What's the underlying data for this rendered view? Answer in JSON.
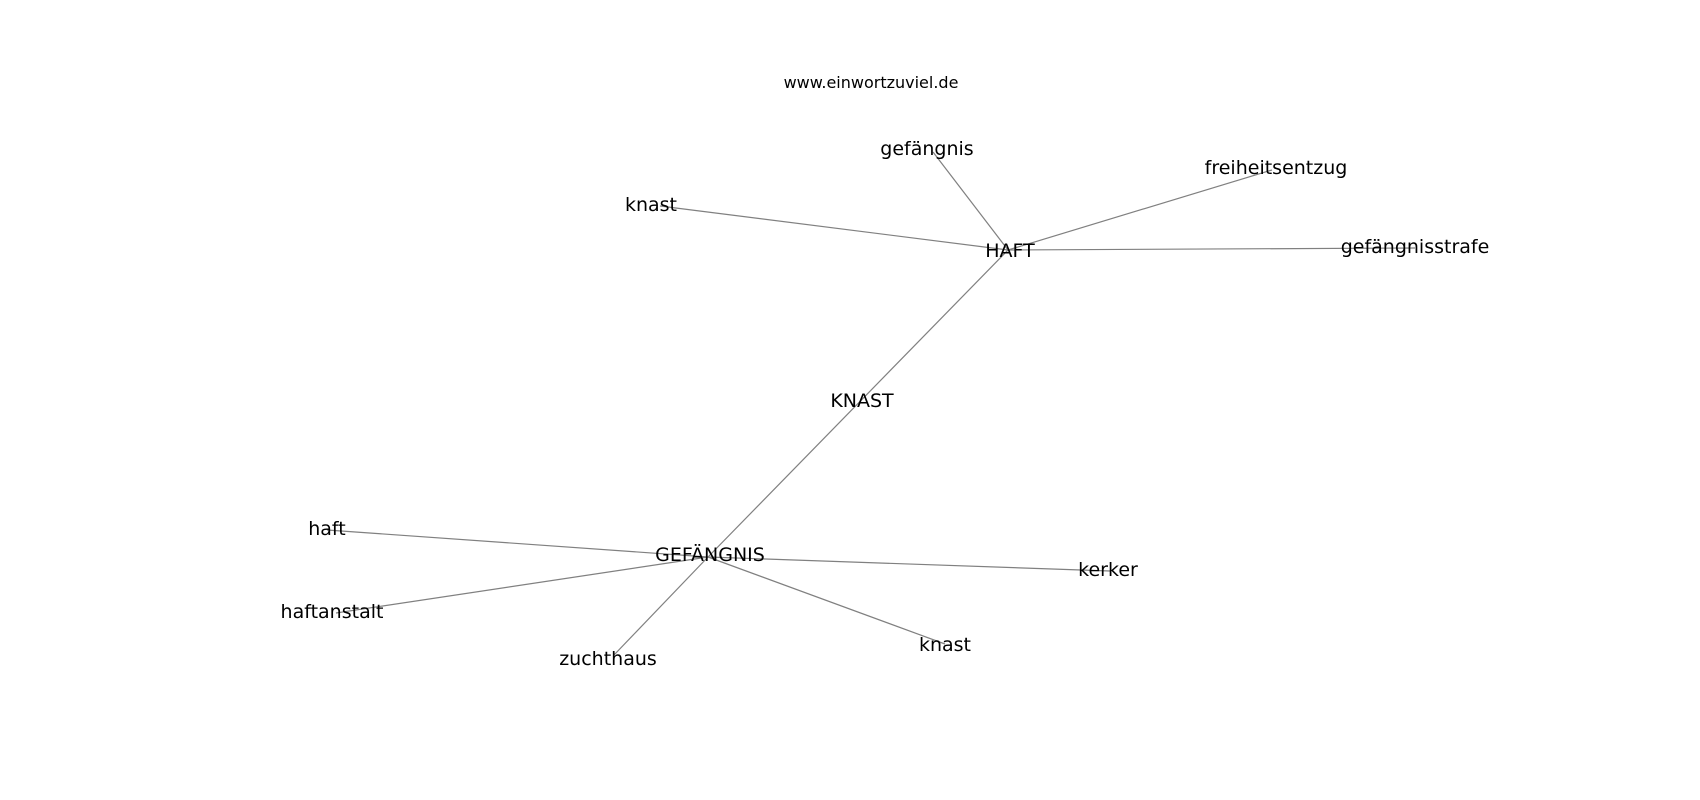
{
  "site_credit": "www.einwortzuviel.de",
  "graph": {
    "nodes": [
      {
        "id": "knast-center",
        "label": "KNAST"
      },
      {
        "id": "haft-hub",
        "label": "HAFT"
      },
      {
        "id": "gefaengnis-hub",
        "label": "GEFÄNGNIS"
      },
      {
        "id": "haft-gefaengnis",
        "label": "gefängnis"
      },
      {
        "id": "haft-freiheitsentzug",
        "label": "freiheitsentzug"
      },
      {
        "id": "haft-knast",
        "label": "knast"
      },
      {
        "id": "haft-gefaengnisstrafe",
        "label": "gefängnisstrafe"
      },
      {
        "id": "gef-haft",
        "label": "haft"
      },
      {
        "id": "gef-haftanstalt",
        "label": "haftanstalt"
      },
      {
        "id": "gef-zuchthaus",
        "label": "zuchthaus"
      },
      {
        "id": "gef-knast",
        "label": "knast"
      },
      {
        "id": "gef-kerker",
        "label": "kerker"
      }
    ],
    "edges": [
      {
        "from": "haft-hub",
        "to": "gefaengnis-hub"
      },
      {
        "from": "haft-hub",
        "to": "haft-gefaengnis"
      },
      {
        "from": "haft-hub",
        "to": "haft-freiheitsentzug"
      },
      {
        "from": "haft-hub",
        "to": "haft-knast"
      },
      {
        "from": "haft-hub",
        "to": "haft-gefaengnisstrafe"
      },
      {
        "from": "gefaengnis-hub",
        "to": "gef-haft"
      },
      {
        "from": "gefaengnis-hub",
        "to": "gef-haftanstalt"
      },
      {
        "from": "gefaengnis-hub",
        "to": "gef-zuchthaus"
      },
      {
        "from": "gefaengnis-hub",
        "to": "gef-knast"
      },
      {
        "from": "gefaengnis-hub",
        "to": "gef-kerker"
      }
    ]
  }
}
